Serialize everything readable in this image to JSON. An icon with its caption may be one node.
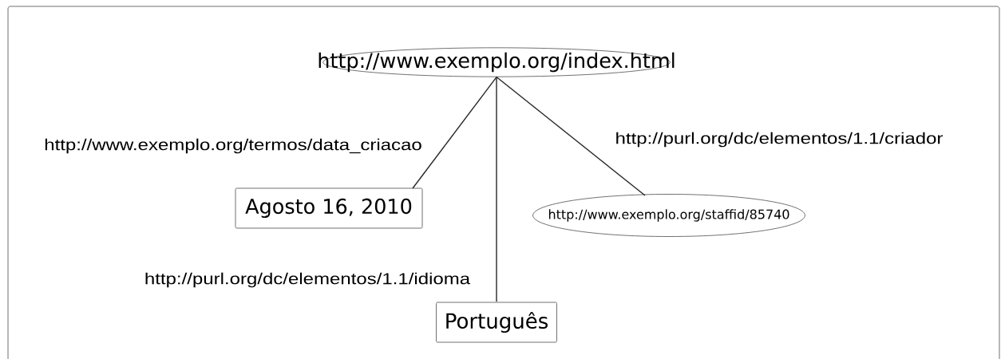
{
  "diagram": {
    "nodes": [
      {
        "text": [
          "http://www.exemplo.org/index.html"
        ]
      },
      {
        "text": [
          "Agosto 16, 2010"
        ]
      },
      {
        "text": [
          "http://www.exemplo.org/staffid/85740"
        ]
      },
      {
        "text": [
          "Português"
        ]
      }
    ],
    "edges": [
      {
        "from": 0,
        "to": 1,
        "arrow": "none",
        "label": "http://www.exemplo.org/termos/data_criacao"
      },
      {
        "from": 0,
        "to": 3,
        "arrow": "none",
        "label": "http://purl.org/dc/elementos/1.1/idioma"
      },
      {
        "from": 0,
        "to": 2,
        "arrow": "none",
        "label": "http://purl.org/dc/elementos/1.1/criador"
      }
    ]
  }
}
